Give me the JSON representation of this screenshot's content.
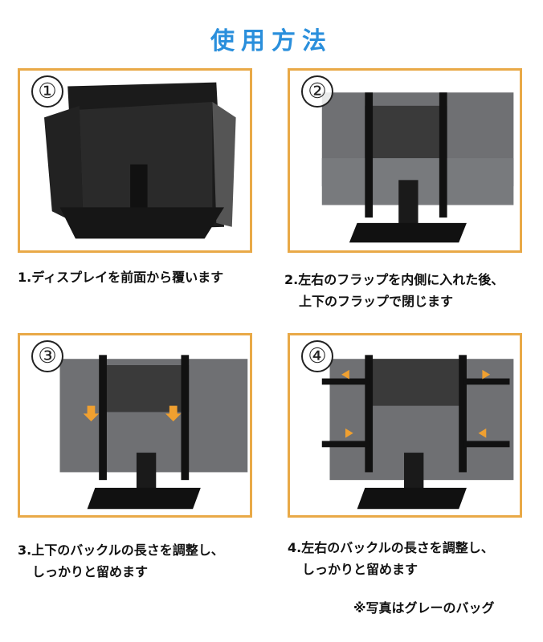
{
  "title": "使用方法",
  "steps": [
    {
      "number": "①",
      "line1": "1.ディスプレイを前面から覆います",
      "line2": ""
    },
    {
      "number": "②",
      "line1": "2.左右のフラップを内側に入れた後、",
      "line2": "上下のフラップで閉じます"
    },
    {
      "number": "③",
      "line1": "3.上下のバックルの長さを調整し、",
      "line2": "しっかりと留めます"
    },
    {
      "number": "④",
      "line1": "4.左右のバックルの長さを調整し、",
      "line2": "しっかりと留めます"
    }
  ],
  "note": "※写真はグレーのバッグ",
  "colors": {
    "title": "#2a8fdc",
    "border": "#e9a947",
    "bag": "#6f7073",
    "arrow": "#f0a030"
  }
}
